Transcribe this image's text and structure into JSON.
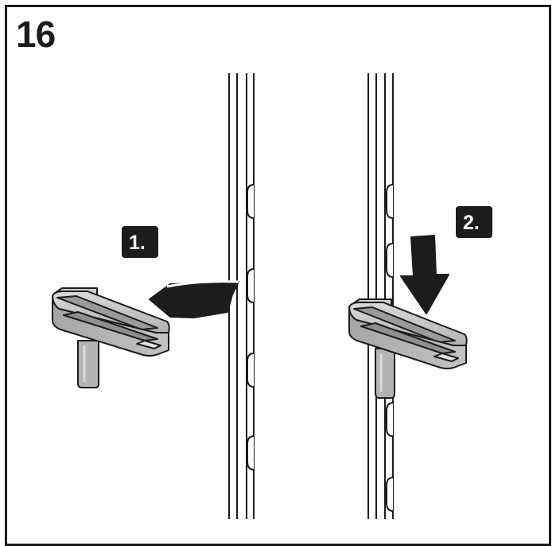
{
  "figure": {
    "step_number": "16",
    "badges": [
      {
        "label": "1."
      },
      {
        "label": "2."
      }
    ]
  },
  "colors": {
    "ink": "#1c1c1c",
    "part_fill": "#b4b4b4",
    "part_fill_light": "#d2d2d2",
    "part_fill_dark": "#8e8e8e",
    "badge_bg": "#1c1c1c",
    "background": "#ffffff"
  }
}
